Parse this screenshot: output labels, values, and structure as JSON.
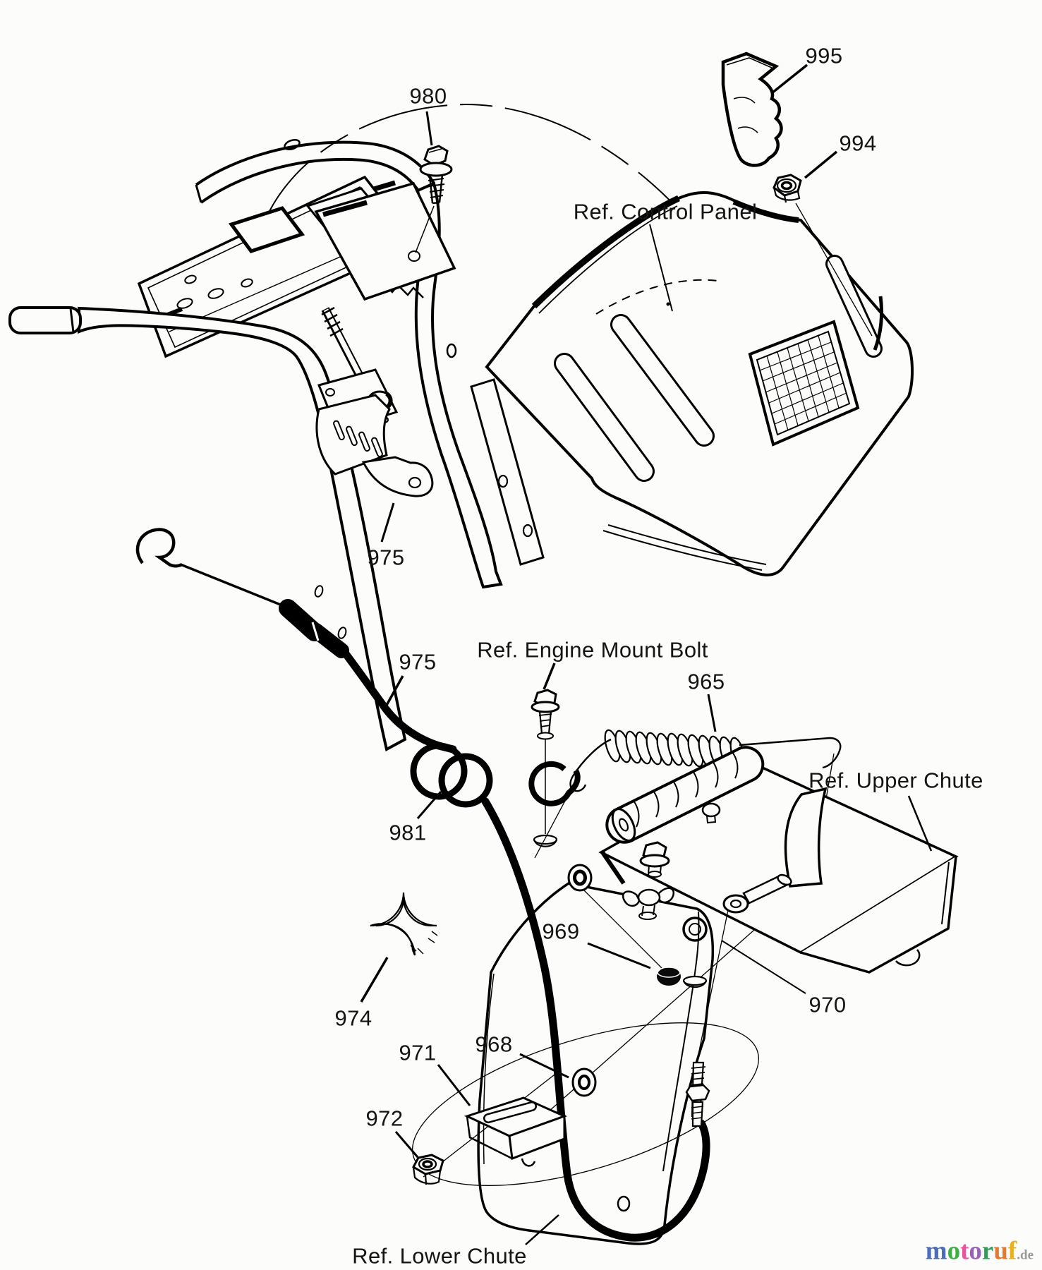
{
  "diagram": {
    "kind": "exploded-parts-diagram",
    "subject": "Snow thrower chute control and control panel assembly",
    "part_numbers": [
      "980",
      "995",
      "994",
      "975",
      "981",
      "974",
      "968",
      "971",
      "972",
      "969",
      "970",
      "965"
    ],
    "labels": {
      "p980": "980",
      "p995": "995",
      "p994": "994",
      "p975_lever": "975",
      "p975_cable": "975",
      "p965": "965",
      "p981": "981",
      "p969": "969",
      "p974": "974",
      "p968": "968",
      "p970": "970",
      "p971": "971",
      "p972": "972",
      "ref_control_panel": "Ref. Control Panel",
      "ref_engine_mount_bolt": "Ref. Engine Mount Bolt",
      "ref_upper_chute": "Ref. Upper Chute",
      "ref_lower_chute": "Ref. Lower Chute"
    }
  },
  "logo": {
    "letters": [
      {
        "ch": "m",
        "color": "#4a6bbf"
      },
      {
        "ch": "o",
        "color": "#3fae49"
      },
      {
        "ch": "t",
        "color": "#e8559c"
      },
      {
        "ch": "o",
        "color": "#9a5fc0"
      },
      {
        "ch": "r",
        "color": "#2e9e5b"
      },
      {
        "ch": "u",
        "color": "#e8782e"
      },
      {
        "ch": "f",
        "color": "#e9b021"
      }
    ],
    "suffix": ".de",
    "suffix_color": "#9a9a9a"
  }
}
